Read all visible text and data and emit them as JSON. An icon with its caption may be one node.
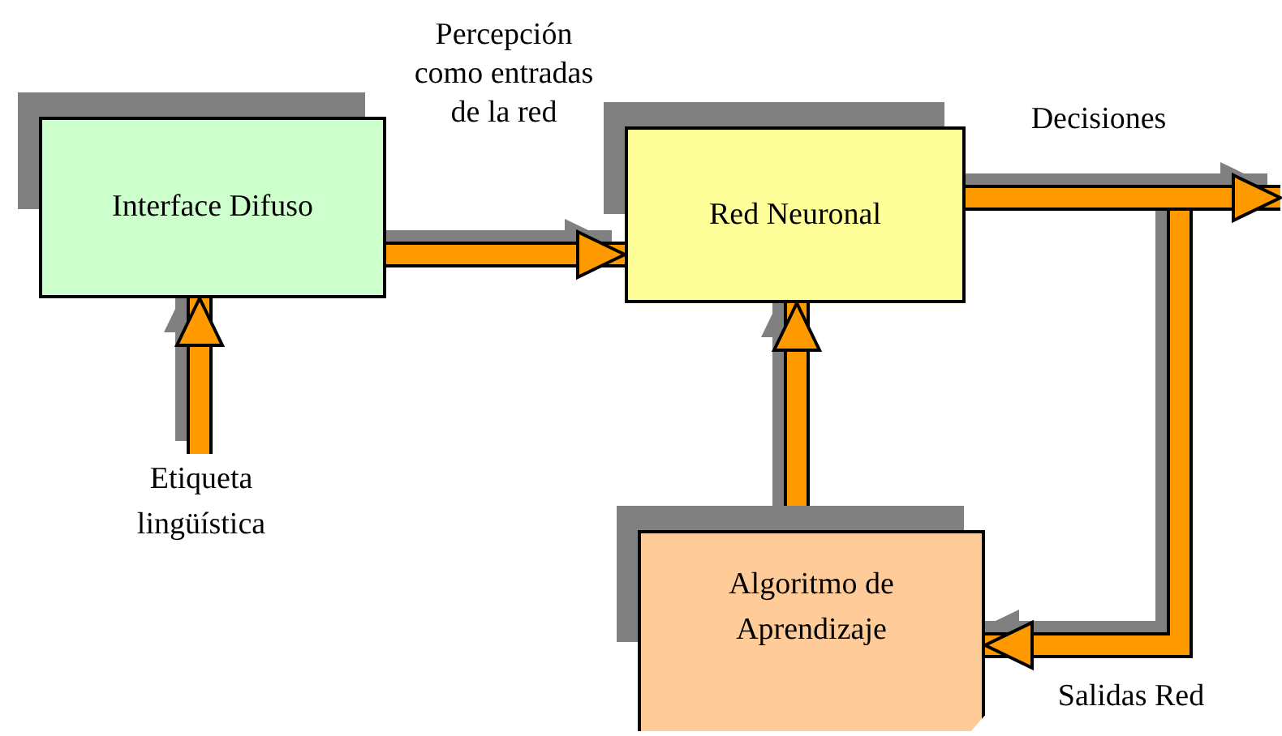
{
  "diagram": {
    "nodes": [
      {
        "text": [
          "Interface Difuso"
        ]
      },
      {
        "text": [
          "Red Neuronal"
        ]
      },
      {
        "text": [
          "Algoritmo de Aprendizaje"
        ]
      },
      {
        "text": [
          "Etiqueta lingüística"
        ]
      }
    ],
    "edges": [
      {
        "from": 3,
        "to": 0,
        "arrow": "to"
      },
      {
        "from": 0,
        "to": 1,
        "arrow": "to",
        "label": "Percepción como entradas de la red"
      },
      {
        "from": 1,
        "to": null,
        "arrow": "to",
        "label": "Decisiones"
      },
      {
        "from": 1,
        "to": 2,
        "arrow": "to",
        "label": "Salidas Red"
      },
      {
        "from": 2,
        "to": 1,
        "arrow": "to"
      }
    ]
  }
}
